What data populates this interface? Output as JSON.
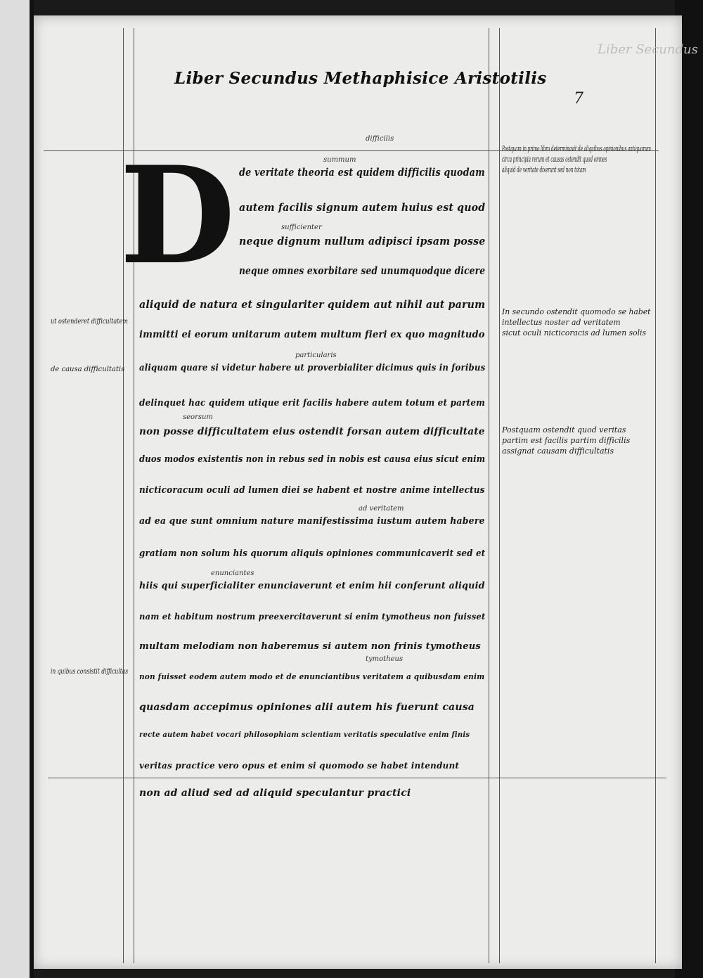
{
  "header": {
    "title": "Liber Secundus Methaphisice Aristotilis",
    "folio": "7",
    "faint_heading": "Liber Secundus"
  },
  "initial_letter": "D",
  "main_text": [
    "de veritate theoria est quidem difficilis quodam",
    "autem facilis signum autem huius est quod",
    "neque dignum nullum adipisci ipsam posse",
    "neque omnes exorbitare sed unumquodque dicere",
    "aliquid de natura et singulariter quidem aut nihil aut parum",
    "immitti ei eorum unitarum autem multum fieri ex quo magnitudo",
    "aliquam quare si videtur habere ut proverbialiter dicimus quis in foribus",
    "delinquet hac quidem utique erit facilis habere autem totum et partem",
    "non posse difficultatem eius ostendit forsan autem difficultate",
    "duos modos existentis non in rebus sed in nobis est causa eius sicut enim",
    "nicticoracum oculi ad lumen diei se habent et nostre anime intellectus",
    "ad ea que sunt omnium nature manifestissima iustum autem habere",
    "gratiam non solum his quorum aliquis opiniones communicaverit sed et",
    "hiis qui superficialiter enunciaverunt et enim hii conferunt aliquid",
    "nam et habitum nostrum preexercitaverunt si enim tymotheus non fuisset",
    "multam melodiam non haberemus si autem non frinis tymotheus",
    "non fuisset eodem autem modo et de enunciantibus veritatem a quibusdam enim",
    "quasdam accepimus opiniones alii autem his fuerunt causa",
    "recte autem habet vocari philosophiam scientiam veritatis speculative enim finis",
    "veritas practice vero opus et enim si quomodo se habet intendunt",
    "non ad aliud sed ad aliquid speculantur practici"
  ],
  "interlinear_glosses": [
    "difficilis",
    "summum",
    "sufficienter",
    "particularis",
    "seorsum",
    "ad veritatem",
    "enunciantes",
    "tymotheus"
  ],
  "right_margin_notes": [
    "Postquam in primo libro determinavit de aliquibus opinionibus antiquorum",
    "circa principia rerum et causas ostendit quod omnes",
    "aliquid de veritate dixerunt sed non totam",
    "In secundo ostendit quomodo se habet",
    "intellectus noster ad veritatem",
    "sicut oculi nicticoracis ad lumen solis",
    "Postquam ostendit quod veritas",
    "partim est facilis partim difficilis",
    "assignat causam difficultatis"
  ],
  "left_margin_notes": [
    "ut ostenderet difficultatem",
    "de causa difficultatis",
    "in quibus consistit difficultas"
  ]
}
